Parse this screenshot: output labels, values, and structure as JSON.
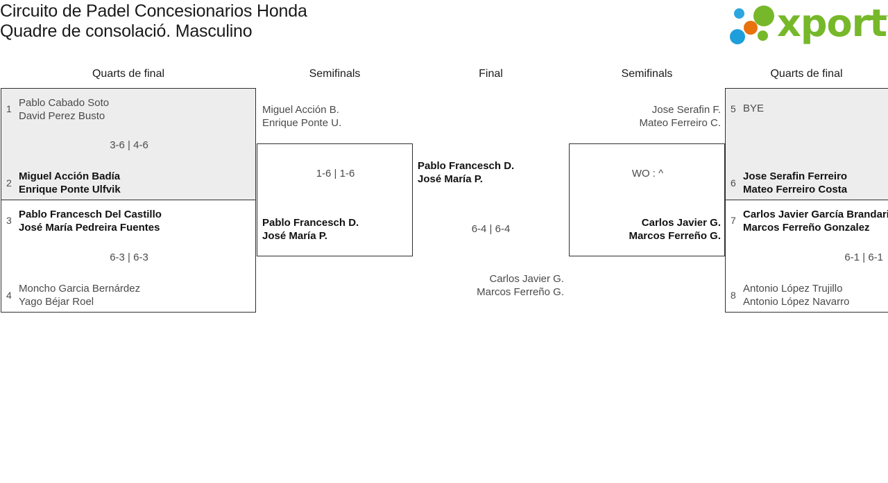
{
  "header": {
    "title_line1": "Circuito de Padel Concesionarios Honda",
    "title_line2": "Quadre de consolació. Masculino",
    "logo": {
      "wordmark": "xporty",
      "dot_colors": [
        "#2ba6e0",
        "#e8720c",
        "#1e9fdb",
        "#76b82a",
        "#76b82a"
      ],
      "brand_color": "#76b82a"
    }
  },
  "rounds": [
    {
      "label": "Quarts de final"
    },
    {
      "label": "Semifinals"
    },
    {
      "label": "Final"
    },
    {
      "label": "Semifinals"
    },
    {
      "label": "Quarts de final"
    }
  ],
  "left": {
    "qf": [
      {
        "shaded": true,
        "score": "3-6 | 4-6",
        "top": {
          "seed": "1",
          "line1": "Pablo Cabado Soto",
          "line2": "David Perez Busto",
          "winner": false
        },
        "bottom": {
          "seed": "2",
          "line1": "Miguel Acción Badía",
          "line2": "Enrique Ponte Ulfvik",
          "winner": true
        }
      },
      {
        "shaded": false,
        "score": "6-3 | 6-3",
        "top": {
          "seed": "3",
          "line1": "Pablo Francesch Del Castillo",
          "line2": "José María Pedreira Fuentes",
          "winner": true
        },
        "bottom": {
          "seed": "4",
          "line1": "Moncho Garcia Bernárdez",
          "line2": "Yago Béjar Roel",
          "winner": false
        }
      }
    ],
    "sf": {
      "score": "1-6 | 1-6",
      "top": {
        "line1": "Miguel Acción B.",
        "line2": "Enrique Ponte U.",
        "winner": false
      },
      "bottom": {
        "line1": "Pablo Francesch D.",
        "line2": "José María P.",
        "winner": true
      }
    }
  },
  "final": {
    "score": "6-4 | 6-4",
    "top": {
      "line1": "Pablo Francesch D.",
      "line2": "José María P.",
      "winner": true
    },
    "bottom": {
      "line1": "Carlos Javier G.",
      "line2": "Marcos Ferreño G.",
      "winner": false
    }
  },
  "right": {
    "sf": {
      "score": "WO : ^",
      "top": {
        "line1": "Jose Serafin F.",
        "line2": "Mateo Ferreiro C.",
        "winner": false
      },
      "bottom": {
        "line1": "Carlos Javier G.",
        "line2": "Marcos Ferreño G.",
        "winner": true
      }
    },
    "qf": [
      {
        "shaded": true,
        "score": "",
        "top": {
          "seed": "5",
          "line1": "BYE",
          "line2": "",
          "winner": false
        },
        "bottom": {
          "seed": "6",
          "line1": "Jose Serafin Ferreiro",
          "line2": "Mateo Ferreiro Costa",
          "winner": true
        }
      },
      {
        "shaded": false,
        "score": "6-1 | 6-1",
        "top": {
          "seed": "7",
          "line1": "Carlos Javier García Brandariz",
          "line2": "Marcos Ferreño Gonzalez",
          "winner": true
        },
        "bottom": {
          "seed": "8",
          "line1": "Antonio López Trujillo",
          "line2": "Antonio López Navarro",
          "winner": false
        }
      }
    ]
  }
}
